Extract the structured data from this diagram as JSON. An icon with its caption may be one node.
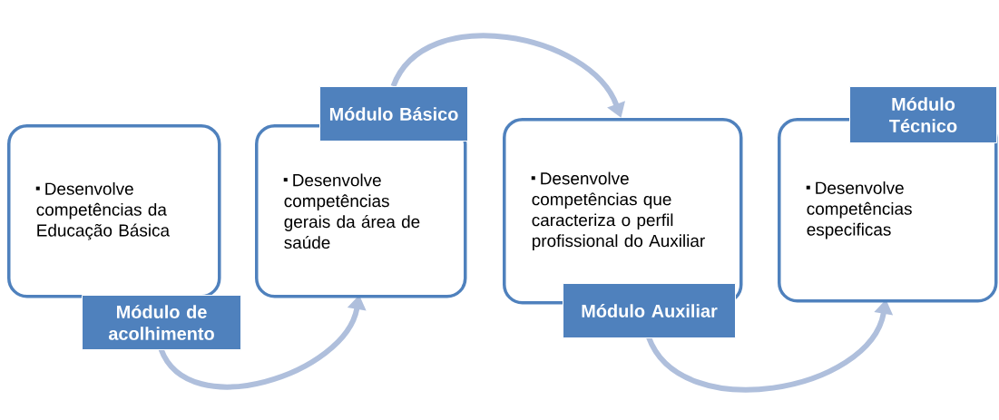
{
  "diagram": {
    "nodes": [
      {
        "text": [
          "Desenvolve competências da Educação Básica"
        ]
      },
      {
        "text": [
          "Módulo de acolhimento"
        ]
      },
      {
        "text": [
          "Módulo Básico"
        ]
      },
      {
        "text": [
          "Desenvolve competências gerais da área de saúde"
        ]
      },
      {
        "text": [
          "Desenvolve competências que caracteriza o perfil profissional do Auxiliar"
        ]
      },
      {
        "text": [
          "Módulo Auxiliar"
        ]
      },
      {
        "text": [
          "Módulo Técnico"
        ]
      },
      {
        "text": [
          "Desenvolve competências especificas"
        ]
      }
    ],
    "edges": [
      {
        "from": 1,
        "to": 3,
        "arrow": "to"
      },
      {
        "from": 2,
        "to": 4,
        "arrow": "to"
      },
      {
        "from": 5,
        "to": 7,
        "arrow": "to"
      }
    ]
  }
}
